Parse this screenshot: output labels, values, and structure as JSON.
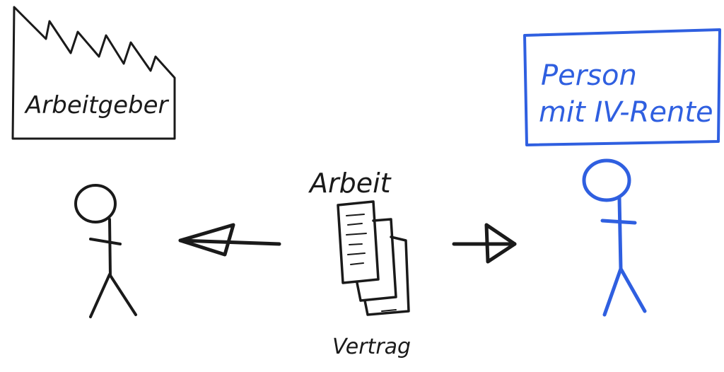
{
  "colors": {
    "black_ink": "#1a1a1a",
    "blue_ink": "#2f5fe0",
    "background": "#ffffff"
  },
  "employer": {
    "label": "Arbeitgeber",
    "icon": "factory-icon"
  },
  "person": {
    "label_line1": "Person",
    "label_line2": "mit IV-Rente"
  },
  "center": {
    "top_label": "Arbeit",
    "bottom_label": "Vertrag",
    "icon": "documents-icon"
  },
  "arrows": {
    "left": "arrow-left-icon",
    "right": "arrow-right-icon"
  }
}
